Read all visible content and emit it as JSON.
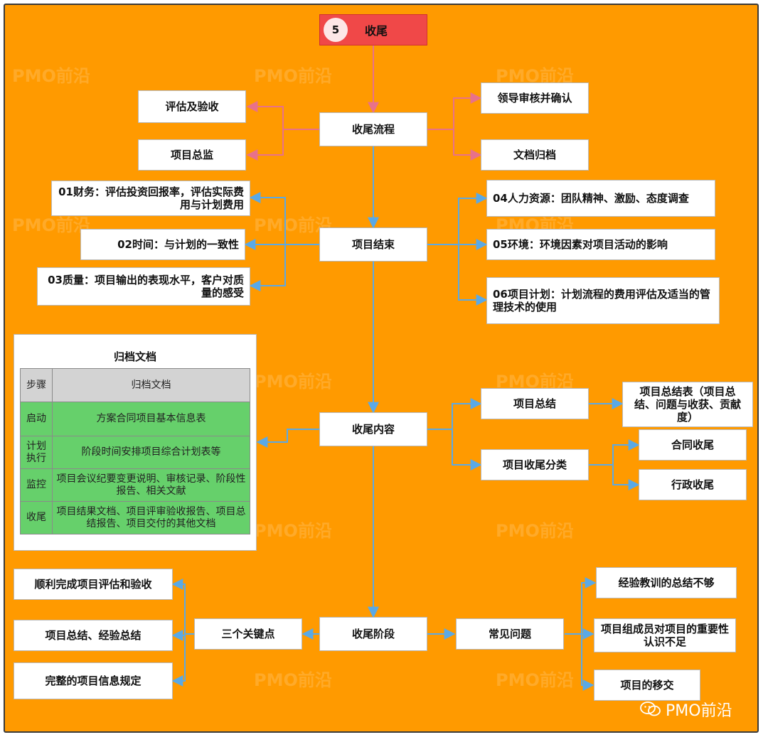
{
  "title": {
    "number": "5",
    "label": "收尾"
  },
  "nodes": {
    "process": "收尾流程",
    "assess": "评估及验收",
    "director": "项目总监",
    "leader_review": "领导审核并确认",
    "doc_archive": "文档归档",
    "project_end": "项目结束",
    "finance": "01财务：评估投资回报率，评估实际费用与计划费用",
    "time": "02时间：与计划的一致性",
    "quality": "03质量：项目输出的表现水平，客户对质量的感受",
    "hr": "04人力资源：团队精神、激励、态度调查",
    "env": "05环境：环境因素对项目活动的影响",
    "plan": "06项目计划：计划流程的费用评估及适当的管理技术的使用",
    "content": "收尾内容",
    "summary": "项目总结",
    "summary_table": "项目总结表（项目总结、问题与收获、贡献度）",
    "classify": "项目收尾分类",
    "contract_close": "合同收尾",
    "admin_close": "行政收尾",
    "stage": "收尾阶段",
    "three_keys": "三个关键点",
    "key1": "顺利完成项目评估和验收",
    "key2": "项目总结、经验总结",
    "key3": "完整的项目信息规定",
    "issues": "常见问题",
    "issue1": "经验教训的总结不够",
    "issue2": "项目组成员对项目的重要性认识不足",
    "issue3": "项目的移交"
  },
  "archive": {
    "title": "归档文档",
    "header": [
      "步骤",
      "归档文档"
    ],
    "rows": [
      {
        "step": "启动",
        "doc": "方案合同项目基本信息表"
      },
      {
        "step": "计划执行",
        "doc": "阶段时间安排项目综合计划表等"
      },
      {
        "step": "监控",
        "doc": "项目会议纪要变更说明、审核记录、阶段性报告、相关文献"
      },
      {
        "step": "收尾",
        "doc": "项目结果文档、项目评审验收报告、项目总结报告、项目交付的其他文档"
      }
    ]
  },
  "watermark": "PMO前沿",
  "brand": "PMO前沿",
  "colors": {
    "canvas": "#ff9a00",
    "title_fill": "#f04848",
    "pink_line": "#e8718a",
    "blue_line": "#5aa9e6",
    "table_green": "#66d06b",
    "table_header": "#d3d3d3"
  }
}
